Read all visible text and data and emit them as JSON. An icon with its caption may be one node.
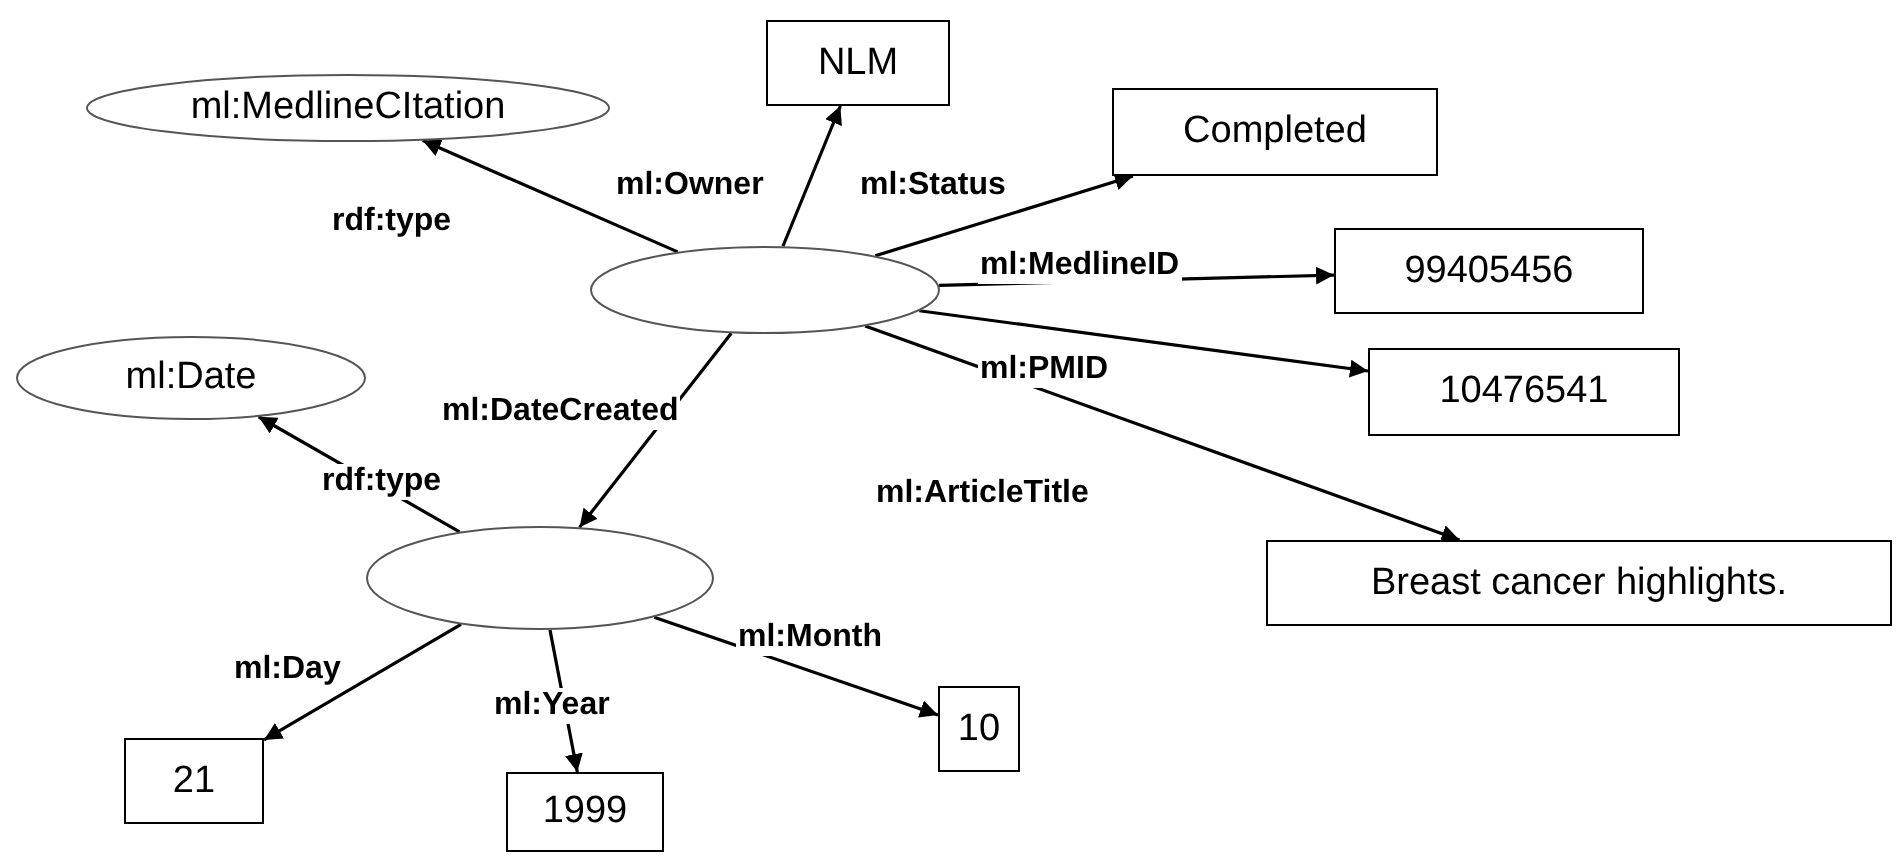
{
  "diagram": {
    "nodes": [
      {
        "text": [
          "ml:MedlineCItation"
        ]
      },
      {
        "text": [
          "NLM"
        ]
      },
      {
        "text": [
          "Completed"
        ]
      },
      {
        "text": [],
        "shape": "ellipse"
      },
      {
        "text": [
          "99405456"
        ]
      },
      {
        "text": [
          "ml:Date"
        ]
      },
      {
        "text": [
          "10476541"
        ]
      },
      {
        "text": [],
        "shape": "ellipse"
      },
      {
        "text": [
          "Breast cancer highlights."
        ]
      },
      {
        "text": [
          "10"
        ]
      },
      {
        "text": [
          "21"
        ]
      },
      {
        "text": [
          "1999"
        ]
      }
    ],
    "edges": [
      {
        "from": 3,
        "to": 0,
        "arrow": "to",
        "label": "rdf:type"
      },
      {
        "from": 3,
        "to": 1,
        "arrow": "to",
        "label": "ml:Owner"
      },
      {
        "from": 3,
        "to": 2,
        "arrow": "to",
        "label": "ml:Status"
      },
      {
        "from": 3,
        "to": 4,
        "arrow": "to",
        "label": "ml:MedlineID"
      },
      {
        "from": 3,
        "to": 6,
        "arrow": "to",
        "label": "ml:PMID"
      },
      {
        "from": 3,
        "to": 8,
        "arrow": "to",
        "label": "ml:ArticleTitle"
      },
      {
        "from": 3,
        "to": 7,
        "arrow": "to",
        "label": "ml:DateCreated"
      },
      {
        "from": 7,
        "to": 5,
        "arrow": "to",
        "label": "rdf:type"
      },
      {
        "from": 7,
        "to": 10,
        "arrow": "to",
        "label": "ml:Day"
      },
      {
        "from": 7,
        "to": 11,
        "arrow": "to",
        "label": "ml:Year"
      },
      {
        "from": 7,
        "to": 9,
        "arrow": "to",
        "label": "ml:Month"
      }
    ]
  }
}
